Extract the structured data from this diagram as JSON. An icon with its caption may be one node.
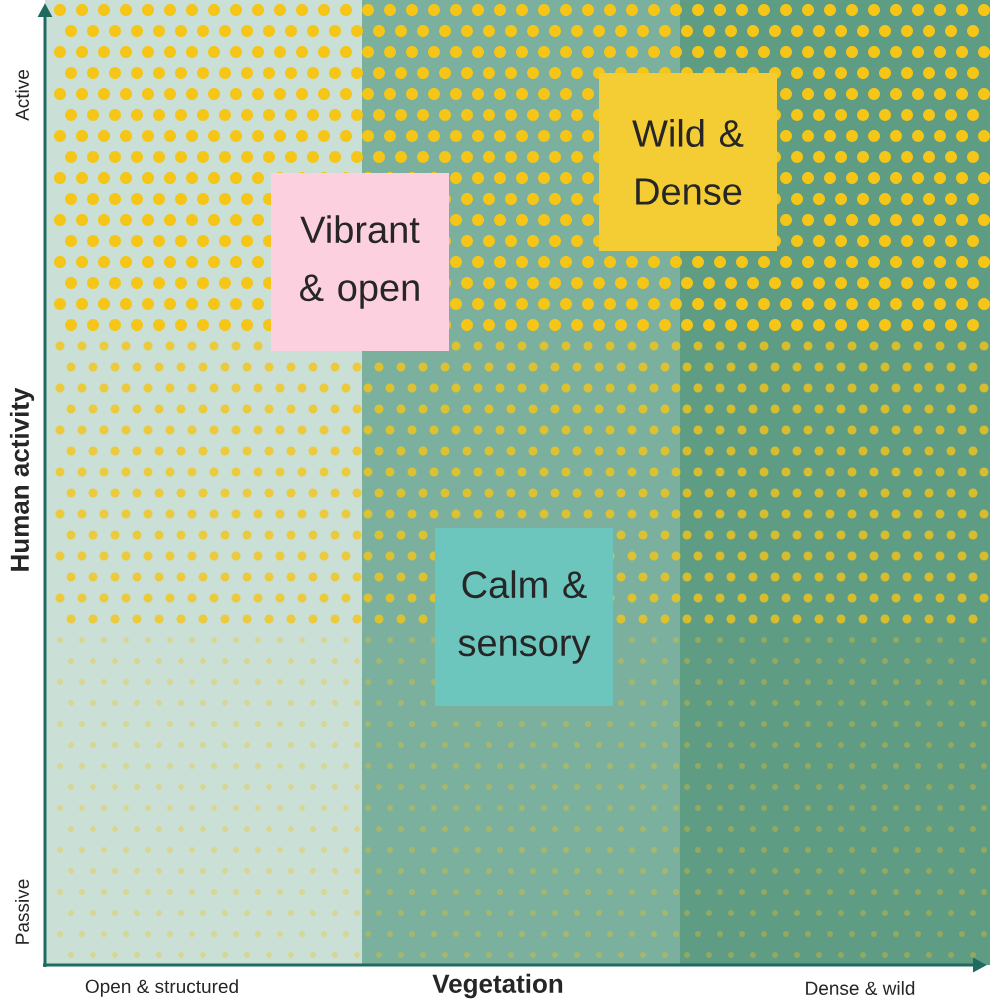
{
  "diagram": {
    "nodes": [
      {
        "text": [
          "Wild & Dense"
        ]
      },
      {
        "text": [
          "Vibrant & open"
        ]
      },
      {
        "text": [
          "Calm & sensory"
        ]
      }
    ],
    "labels": [
      "Active",
      "Human activity",
      "Passive",
      "Open & structured",
      "Vegetation",
      "Dense & wild"
    ]
  }
}
